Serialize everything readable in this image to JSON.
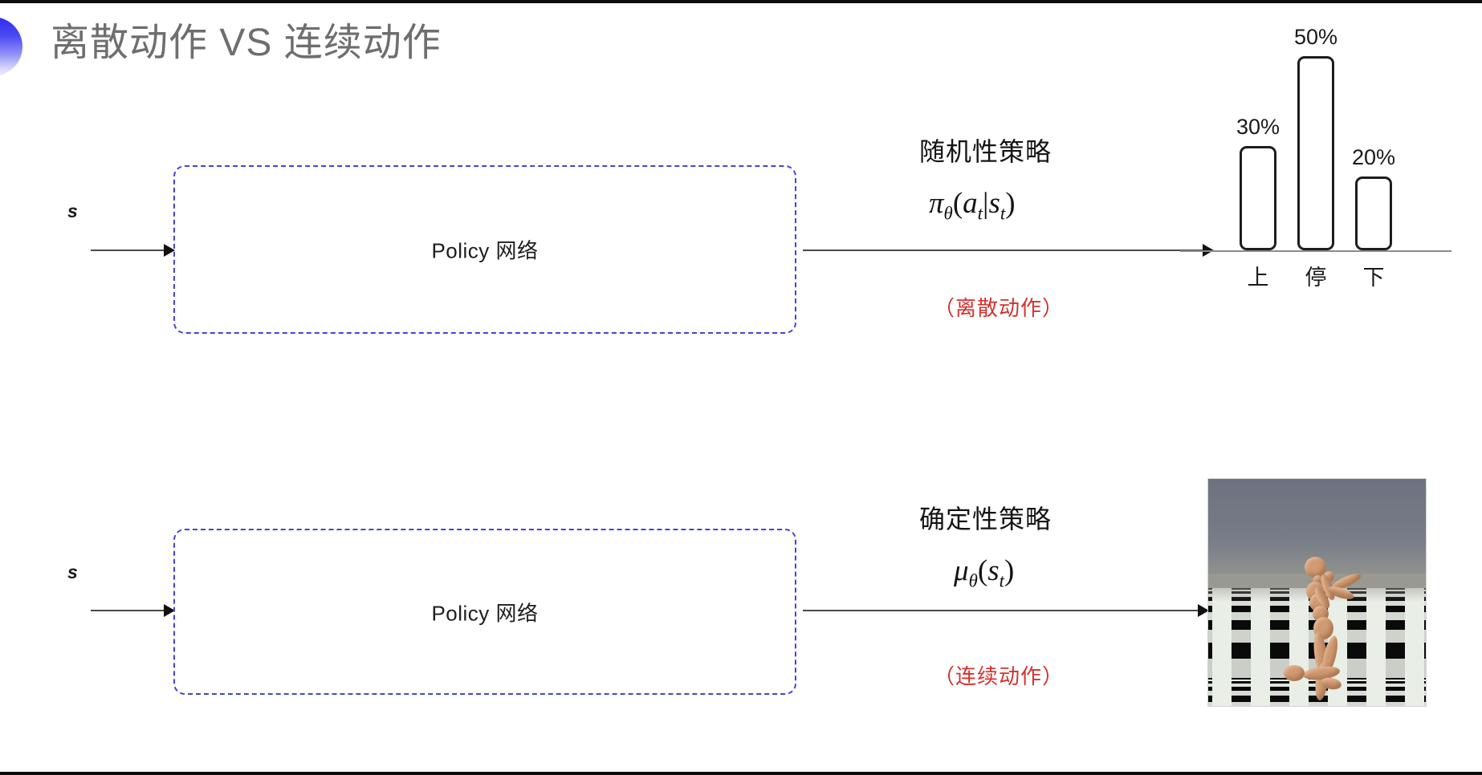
{
  "slide": {
    "title": "离散动作 VS 连续动作",
    "title_color": "#6e6e6e",
    "accent_color": "#2d2df0",
    "background": "#ffffff"
  },
  "rows": [
    {
      "id": "discrete",
      "state_label": "s",
      "box_label": "Policy 网络",
      "policy_kind": "随机性策略",
      "formula": {
        "head": "π",
        "head_sub": "θ",
        "open": "(",
        "arg1": "a",
        "arg1_sub": "t",
        "bar": "|",
        "arg2": "s",
        "arg2_sub": "t",
        "close": ")"
      },
      "action_note": "（离散动作）",
      "action_note_color": "#d2322d"
    },
    {
      "id": "continuous",
      "state_label": "s",
      "box_label": "Policy 网络",
      "policy_kind": "确定性策略",
      "formula": {
        "head": "μ",
        "head_sub": "θ",
        "open": "(",
        "arg1": "s",
        "arg1_sub": "t",
        "bar": "",
        "arg2": "",
        "arg2_sub": "",
        "close": ")"
      },
      "action_note": "（连续动作）",
      "action_note_color": "#d2322d"
    }
  ],
  "chart_data": {
    "type": "bar",
    "title": "",
    "xlabel": "",
    "ylabel": "",
    "categories": [
      "上",
      "停",
      "下"
    ],
    "values": [
      30,
      50,
      20
    ],
    "value_labels": [
      "30%",
      "50%",
      "20%"
    ],
    "ylim": [
      0,
      60
    ],
    "grid": false,
    "legend": false,
    "bar_style": {
      "fill": "#ffffff",
      "stroke": "#1d1d1d",
      "rounded": true
    },
    "axis_color": "#8c8c8c"
  },
  "sim": {
    "caption": "",
    "alt": "MuJoCo humanoid kneeling on checkerboard floor",
    "sky_color": "#6d7280",
    "floor_light": "#e9eee6",
    "floor_dark": "#0a0a0a",
    "body_color": "#d09a72"
  }
}
